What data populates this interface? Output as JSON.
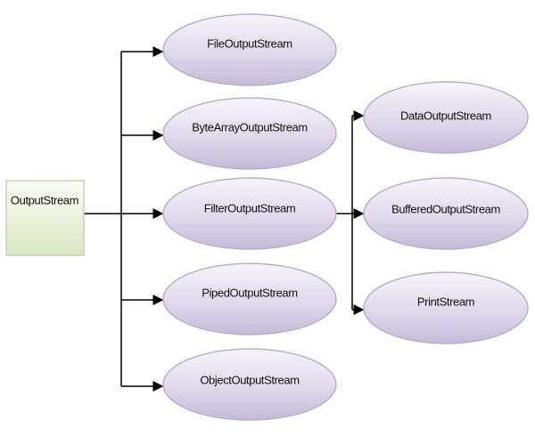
{
  "root": {
    "label": "OutputStream"
  },
  "children": [
    {
      "label": "FileOutputStream"
    },
    {
      "label": "ByteArrayOutputStream"
    },
    {
      "label": "FilterOutputStream"
    },
    {
      "label": "PipedOutputStream"
    },
    {
      "label": "ObjectOutputStream"
    }
  ],
  "filter_children": [
    {
      "label": "DataOutputStream"
    },
    {
      "label": "BufferedOutputStream"
    },
    {
      "label": "PrintStream"
    }
  ],
  "colors": {
    "root_top": "#ffffff",
    "root_bottom": "#dde8c4",
    "node_top": "#ffffff",
    "node_bottom": "#c9c0dc",
    "line": "#000000"
  }
}
